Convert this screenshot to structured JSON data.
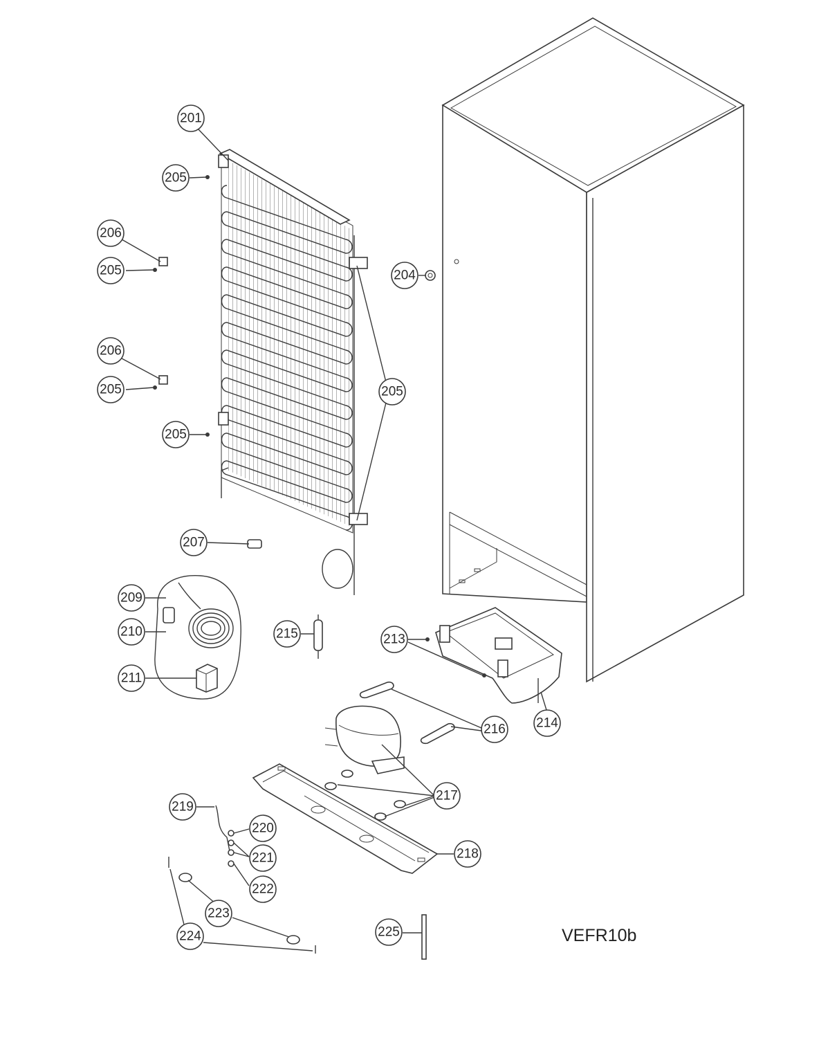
{
  "model": "VEFR10b",
  "callouts": {
    "c201": "201",
    "c204": "204",
    "c205a": "205",
    "c205b": "205",
    "c205c": "205",
    "c205d": "205",
    "c205e": "205",
    "c206a": "206",
    "c206b": "206",
    "c207": "207",
    "c209": "209",
    "c210": "210",
    "c211": "211",
    "c213": "213",
    "c214": "214",
    "c215": "215",
    "c216": "216",
    "c217": "217",
    "c218": "218",
    "c219": "219",
    "c220": "220",
    "c221": "221",
    "c222": "222",
    "c223": "223",
    "c224": "224",
    "c225": "225"
  }
}
